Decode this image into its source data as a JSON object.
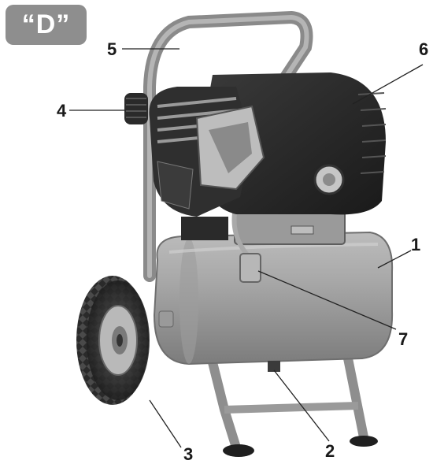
{
  "figure": {
    "badge": "“D”",
    "callouts": [
      {
        "id": "1",
        "label": "1"
      },
      {
        "id": "2",
        "label": "2"
      },
      {
        "id": "3",
        "label": "3"
      },
      {
        "id": "4",
        "label": "4"
      },
      {
        "id": "5",
        "label": "5"
      },
      {
        "id": "6",
        "label": "6"
      },
      {
        "id": "7",
        "label": "7"
      }
    ]
  }
}
